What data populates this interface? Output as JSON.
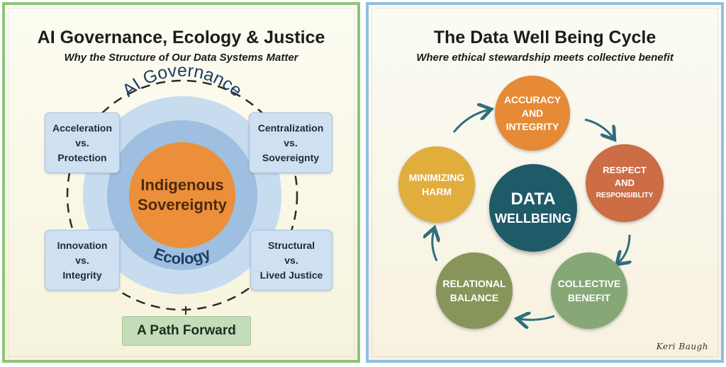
{
  "left": {
    "title": "AI Governance, Ecology & Justice",
    "subtitle": "Why the Structure of Our Data Systems Matter",
    "ring_top_label": "AI Governance",
    "ring_bottom_label": "Ecology",
    "center_line1": "Indigenous",
    "center_line2": "Sovereignty",
    "boxes": [
      {
        "line1": "Acceleration",
        "line2": "vs.",
        "line3": "Protection"
      },
      {
        "line1": "Centralization",
        "line2": "vs.",
        "line3": "Sovereignty"
      },
      {
        "line1": "Innovation",
        "line2": "vs.",
        "line3": "Integrity"
      },
      {
        "line1": "Structural",
        "line2": "vs.",
        "line3": "Lived Justice"
      }
    ],
    "path_forward": "A Path Forward",
    "colors": {
      "center": "#ec8f3a",
      "ring_outer": "#c7dcef",
      "ring_inner": "#9fbfe0",
      "border": "#8dc47a"
    }
  },
  "right": {
    "title": "The Data Well Being Cycle",
    "subtitle": "Where ethical stewardship meets collective benefit",
    "center_line1": "DATA",
    "center_line2": "WELLBEING",
    "nodes": [
      {
        "line1": "ACCURACY",
        "line2": "AND",
        "line3": "INTEGRITY",
        "color": "#e68a35"
      },
      {
        "line1": "RESPECT",
        "line2": "AND",
        "line3": "RESPONSIBLITY",
        "color": "#cc6d45"
      },
      {
        "line1": "COLLECTIVE",
        "line2": "BENEFIT",
        "line3": "",
        "color": "#86a877"
      },
      {
        "line1": "RELATIONAL",
        "line2": "BALANCE",
        "line3": "",
        "color": "#88955a"
      },
      {
        "line1": "MINIMIZING",
        "line2": "HARM",
        "line3": "",
        "color": "#e1ad3c"
      }
    ],
    "signature": "Keri Baugh",
    "colors": {
      "center": "#1f5a68",
      "arrow": "#2f6f7c",
      "border": "#8fbfe0"
    }
  }
}
